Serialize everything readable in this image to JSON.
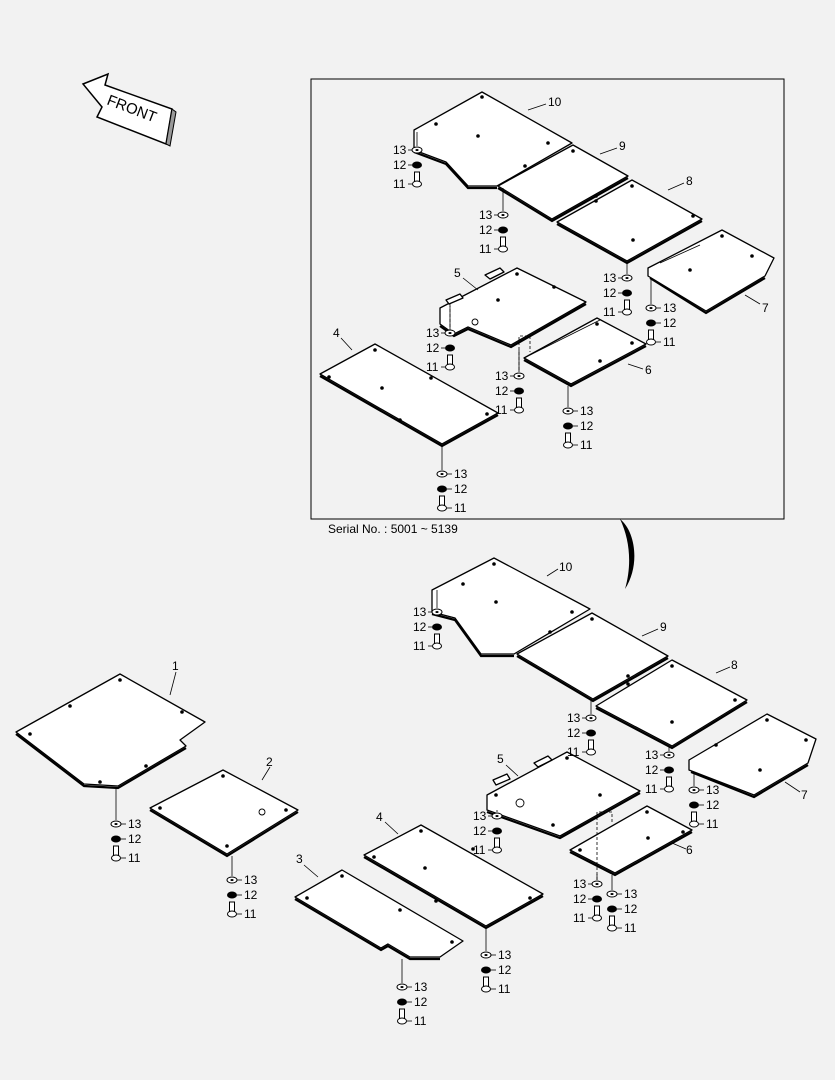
{
  "front_label": "FRONT",
  "serial_note": "Serial No. : 5001 ~ 5139",
  "parts": [
    {
      "no": "1",
      "name": "plate"
    },
    {
      "no": "2",
      "name": "plate"
    },
    {
      "no": "3",
      "name": "plate"
    },
    {
      "no": "4",
      "name": "plate"
    },
    {
      "no": "5",
      "name": "plate"
    },
    {
      "no": "6",
      "name": "plate"
    },
    {
      "no": "7",
      "name": "plate"
    },
    {
      "no": "8",
      "name": "plate"
    },
    {
      "no": "9",
      "name": "plate"
    },
    {
      "no": "10",
      "name": "plate"
    },
    {
      "no": "11",
      "name": "bolt"
    },
    {
      "no": "12",
      "name": "spring washer"
    },
    {
      "no": "13",
      "name": "plain washer"
    }
  ],
  "fastener_labels": {
    "bolt": "11",
    "spring_washer": "12",
    "washer": "13"
  },
  "colors": {
    "background": "#f2f2f2",
    "line": "#000000",
    "fill": "#ffffff"
  }
}
